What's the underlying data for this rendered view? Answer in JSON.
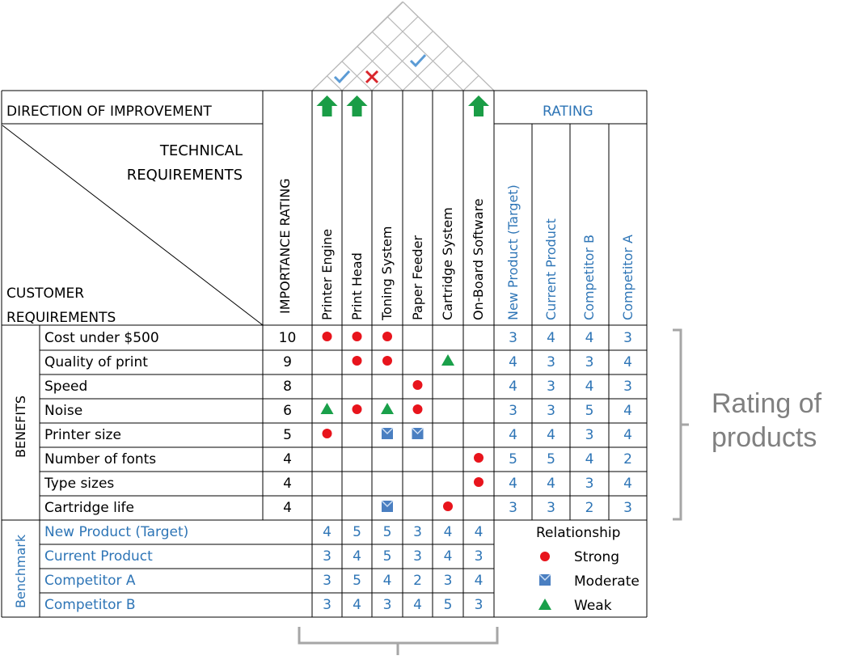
{
  "header": {
    "direction_label": "DIRECTION OF IMPROVEMENT",
    "rating_label": "RATING",
    "technical_requirements": [
      "TECHNICAL",
      "REQUIREMENTS"
    ],
    "customer_requirements": [
      "CUSTOMER",
      "REQUIREMENTS"
    ],
    "importance_rating": "IMPORTANCE   RATING"
  },
  "technical_columns": [
    "Printer Engine",
    "Print Head",
    "Toning System",
    "Paper Feeder",
    "Cartridge System",
    "On-Board Software"
  ],
  "direction": [
    "up",
    "up",
    "",
    "",
    "",
    "up"
  ],
  "roof_marks": [
    {
      "cell": "engine-head",
      "mark": "check"
    },
    {
      "cell": "head-toning",
      "mark": "cross"
    },
    {
      "cell": "toning-cartridge",
      "mark": "check"
    }
  ],
  "rating_columns": [
    "New Product (Target)",
    "Current Product",
    "Competitor B",
    "Competitor A"
  ],
  "benefits_label": "BENEFITS",
  "requirements": [
    {
      "name": "Cost under $500",
      "importance": "10",
      "rel": [
        "strong",
        "strong",
        "strong",
        "",
        "",
        ""
      ],
      "ratings": [
        "3",
        "4",
        "4",
        "3"
      ]
    },
    {
      "name": "Quality of print",
      "importance": "9",
      "rel": [
        "",
        "strong",
        "strong",
        "",
        "weak",
        ""
      ],
      "ratings": [
        "4",
        "3",
        "3",
        "4"
      ]
    },
    {
      "name": "Speed",
      "importance": "8",
      "rel": [
        "",
        "",
        "",
        "strong",
        "",
        ""
      ],
      "ratings": [
        "4",
        "3",
        "4",
        "3"
      ]
    },
    {
      "name": "Noise",
      "importance": "6",
      "rel": [
        "weak",
        "strong",
        "weak",
        "strong",
        "",
        ""
      ],
      "ratings": [
        "3",
        "3",
        "5",
        "4"
      ]
    },
    {
      "name": "Printer size",
      "importance": "5",
      "rel": [
        "strong",
        "",
        "moderate",
        "moderate",
        "",
        ""
      ],
      "ratings": [
        "4",
        "4",
        "3",
        "4"
      ]
    },
    {
      "name": "Number of fonts",
      "importance": "4",
      "rel": [
        "",
        "",
        "",
        "",
        "",
        "strong"
      ],
      "ratings": [
        "5",
        "5",
        "4",
        "2"
      ]
    },
    {
      "name": "Type sizes",
      "importance": "4",
      "rel": [
        "",
        "",
        "",
        "",
        "",
        "strong"
      ],
      "ratings": [
        "4",
        "4",
        "3",
        "4"
      ]
    },
    {
      "name": "Cartridge life",
      "importance": "4",
      "rel": [
        "",
        "",
        "moderate",
        "",
        "strong",
        ""
      ],
      "ratings": [
        "3",
        "3",
        "2",
        "3"
      ]
    }
  ],
  "benchmark_label": "Benchmark",
  "benchmarks": [
    {
      "name": "New Product (Target)",
      "values": [
        "4",
        "5",
        "5",
        "3",
        "4",
        "4"
      ]
    },
    {
      "name": "Current Product",
      "values": [
        "3",
        "4",
        "5",
        "3",
        "4",
        "3"
      ]
    },
    {
      "name": "Competitor A",
      "values": [
        "3",
        "5",
        "4",
        "2",
        "3",
        "4"
      ]
    },
    {
      "name": "Competitor B",
      "values": [
        "3",
        "4",
        "3",
        "4",
        "5",
        "3"
      ]
    }
  ],
  "legend": {
    "title": "Relationship",
    "items": [
      {
        "symbol": "strong",
        "label": "Strong"
      },
      {
        "symbol": "moderate",
        "label": "Moderate"
      },
      {
        "symbol": "weak",
        "label": "Weak"
      }
    ]
  },
  "side_label": [
    "Rating of",
    "products"
  ],
  "colors": {
    "blue_text": "#2e75b6",
    "strong": "#e8141c",
    "moderate": "#4a7fc1",
    "weak": "#1aa04a",
    "arrow": "#1a9d46",
    "check": "#5b9bd5",
    "cross": "#d9262c",
    "bracket": "#a6a6a6"
  }
}
